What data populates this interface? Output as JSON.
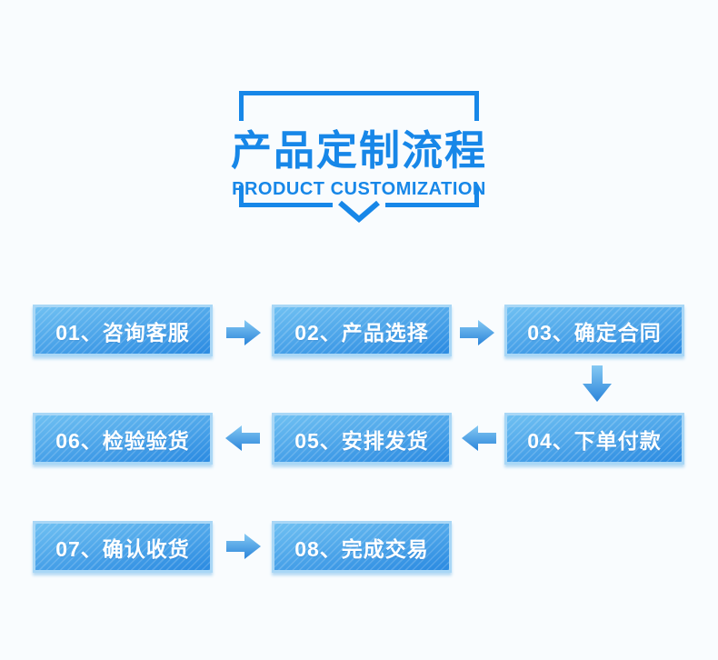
{
  "title": {
    "zh": "产品定制流程",
    "en": "PRODUCT CUSTOMIZATION"
  },
  "steps": [
    {
      "label": "01、咨询客服"
    },
    {
      "label": "02、产品选择"
    },
    {
      "label": "03、确定合同"
    },
    {
      "label": "04、下单付款"
    },
    {
      "label": "05、安排发货"
    },
    {
      "label": "06、检验验货"
    },
    {
      "label": "07、确认收货"
    },
    {
      "label": "08、完成交易"
    }
  ],
  "flow": {
    "arrows": [
      {
        "from": "01",
        "to": "02",
        "direction": "right"
      },
      {
        "from": "02",
        "to": "03",
        "direction": "right"
      },
      {
        "from": "03",
        "to": "04",
        "direction": "down"
      },
      {
        "from": "04",
        "to": "05",
        "direction": "left"
      },
      {
        "from": "05",
        "to": "06",
        "direction": "left"
      },
      {
        "from": "07",
        "to": "08",
        "direction": "right"
      }
    ]
  },
  "icons": {
    "arrow-right-icon": "thick right arrow polygon",
    "arrow-left-icon": "thick left arrow polygon",
    "arrow-down-icon": "thick down arrow polygon",
    "chevron-down-icon": "wide V stroke under title frame"
  },
  "colors": {
    "accent": "#1787e8",
    "background": "#f9fcfe",
    "box_gradient_top": "#6fc0f2",
    "box_gradient_bottom": "#2e8de2",
    "box_border": "#a9d7f6",
    "step_text": "#ffffff",
    "arrow_gradient_top": "#85c9f3",
    "arrow_gradient_bottom": "#2a84da"
  }
}
